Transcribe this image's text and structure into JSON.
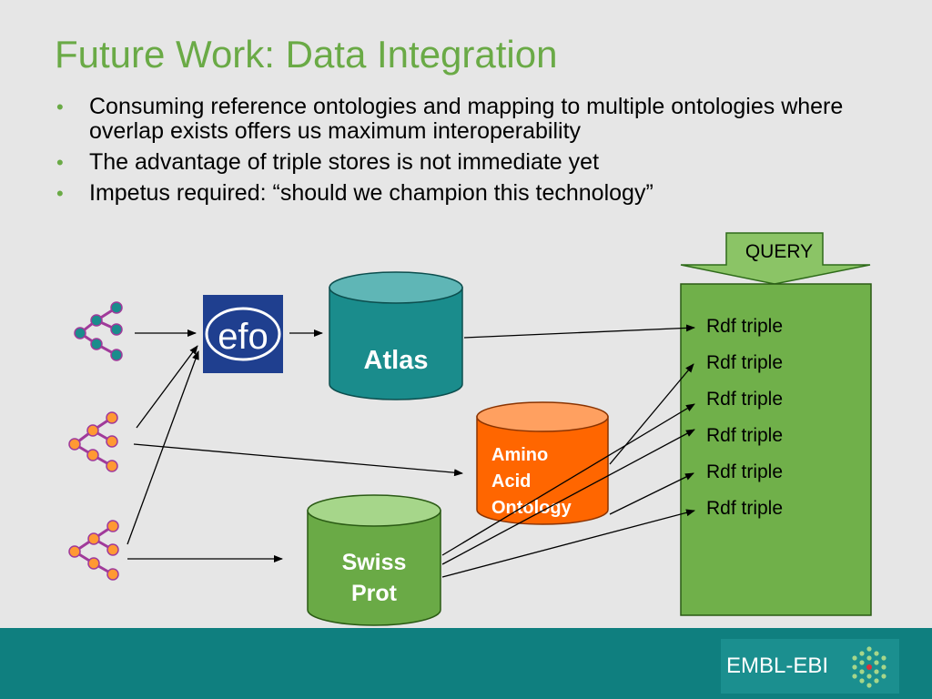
{
  "slide": {
    "title": "Future Work: Data Integration",
    "bullets": [
      "Consuming reference ontologies and mapping to multiple ontologies where overlap exists offers us maximum interoperability",
      "The advantage of triple stores is not immediate yet",
      "Impetus required: “should we champion this technology”"
    ]
  },
  "diagram": {
    "query_label": "QUERY",
    "efo_label": "efo",
    "atlas_label": "Atlas",
    "amino_label": [
      "Amino",
      "Acid",
      "Ontology"
    ],
    "swiss_label": [
      "Swiss",
      "Prot"
    ],
    "triples": [
      "Rdf triple",
      "Rdf triple",
      "Rdf triple",
      "Rdf triple",
      "Rdf triple",
      "Rdf triple"
    ]
  },
  "footer": {
    "logo_text": "EMBL-EBI"
  },
  "colors": {
    "title_green": "#6aaa46",
    "atlas_teal": "#1a8c8c",
    "amino_orange": "#ff6600",
    "swiss_green": "#6aaa46",
    "rdf_box_green": "#70b04a",
    "footer_teal": "#0f7f7f"
  }
}
